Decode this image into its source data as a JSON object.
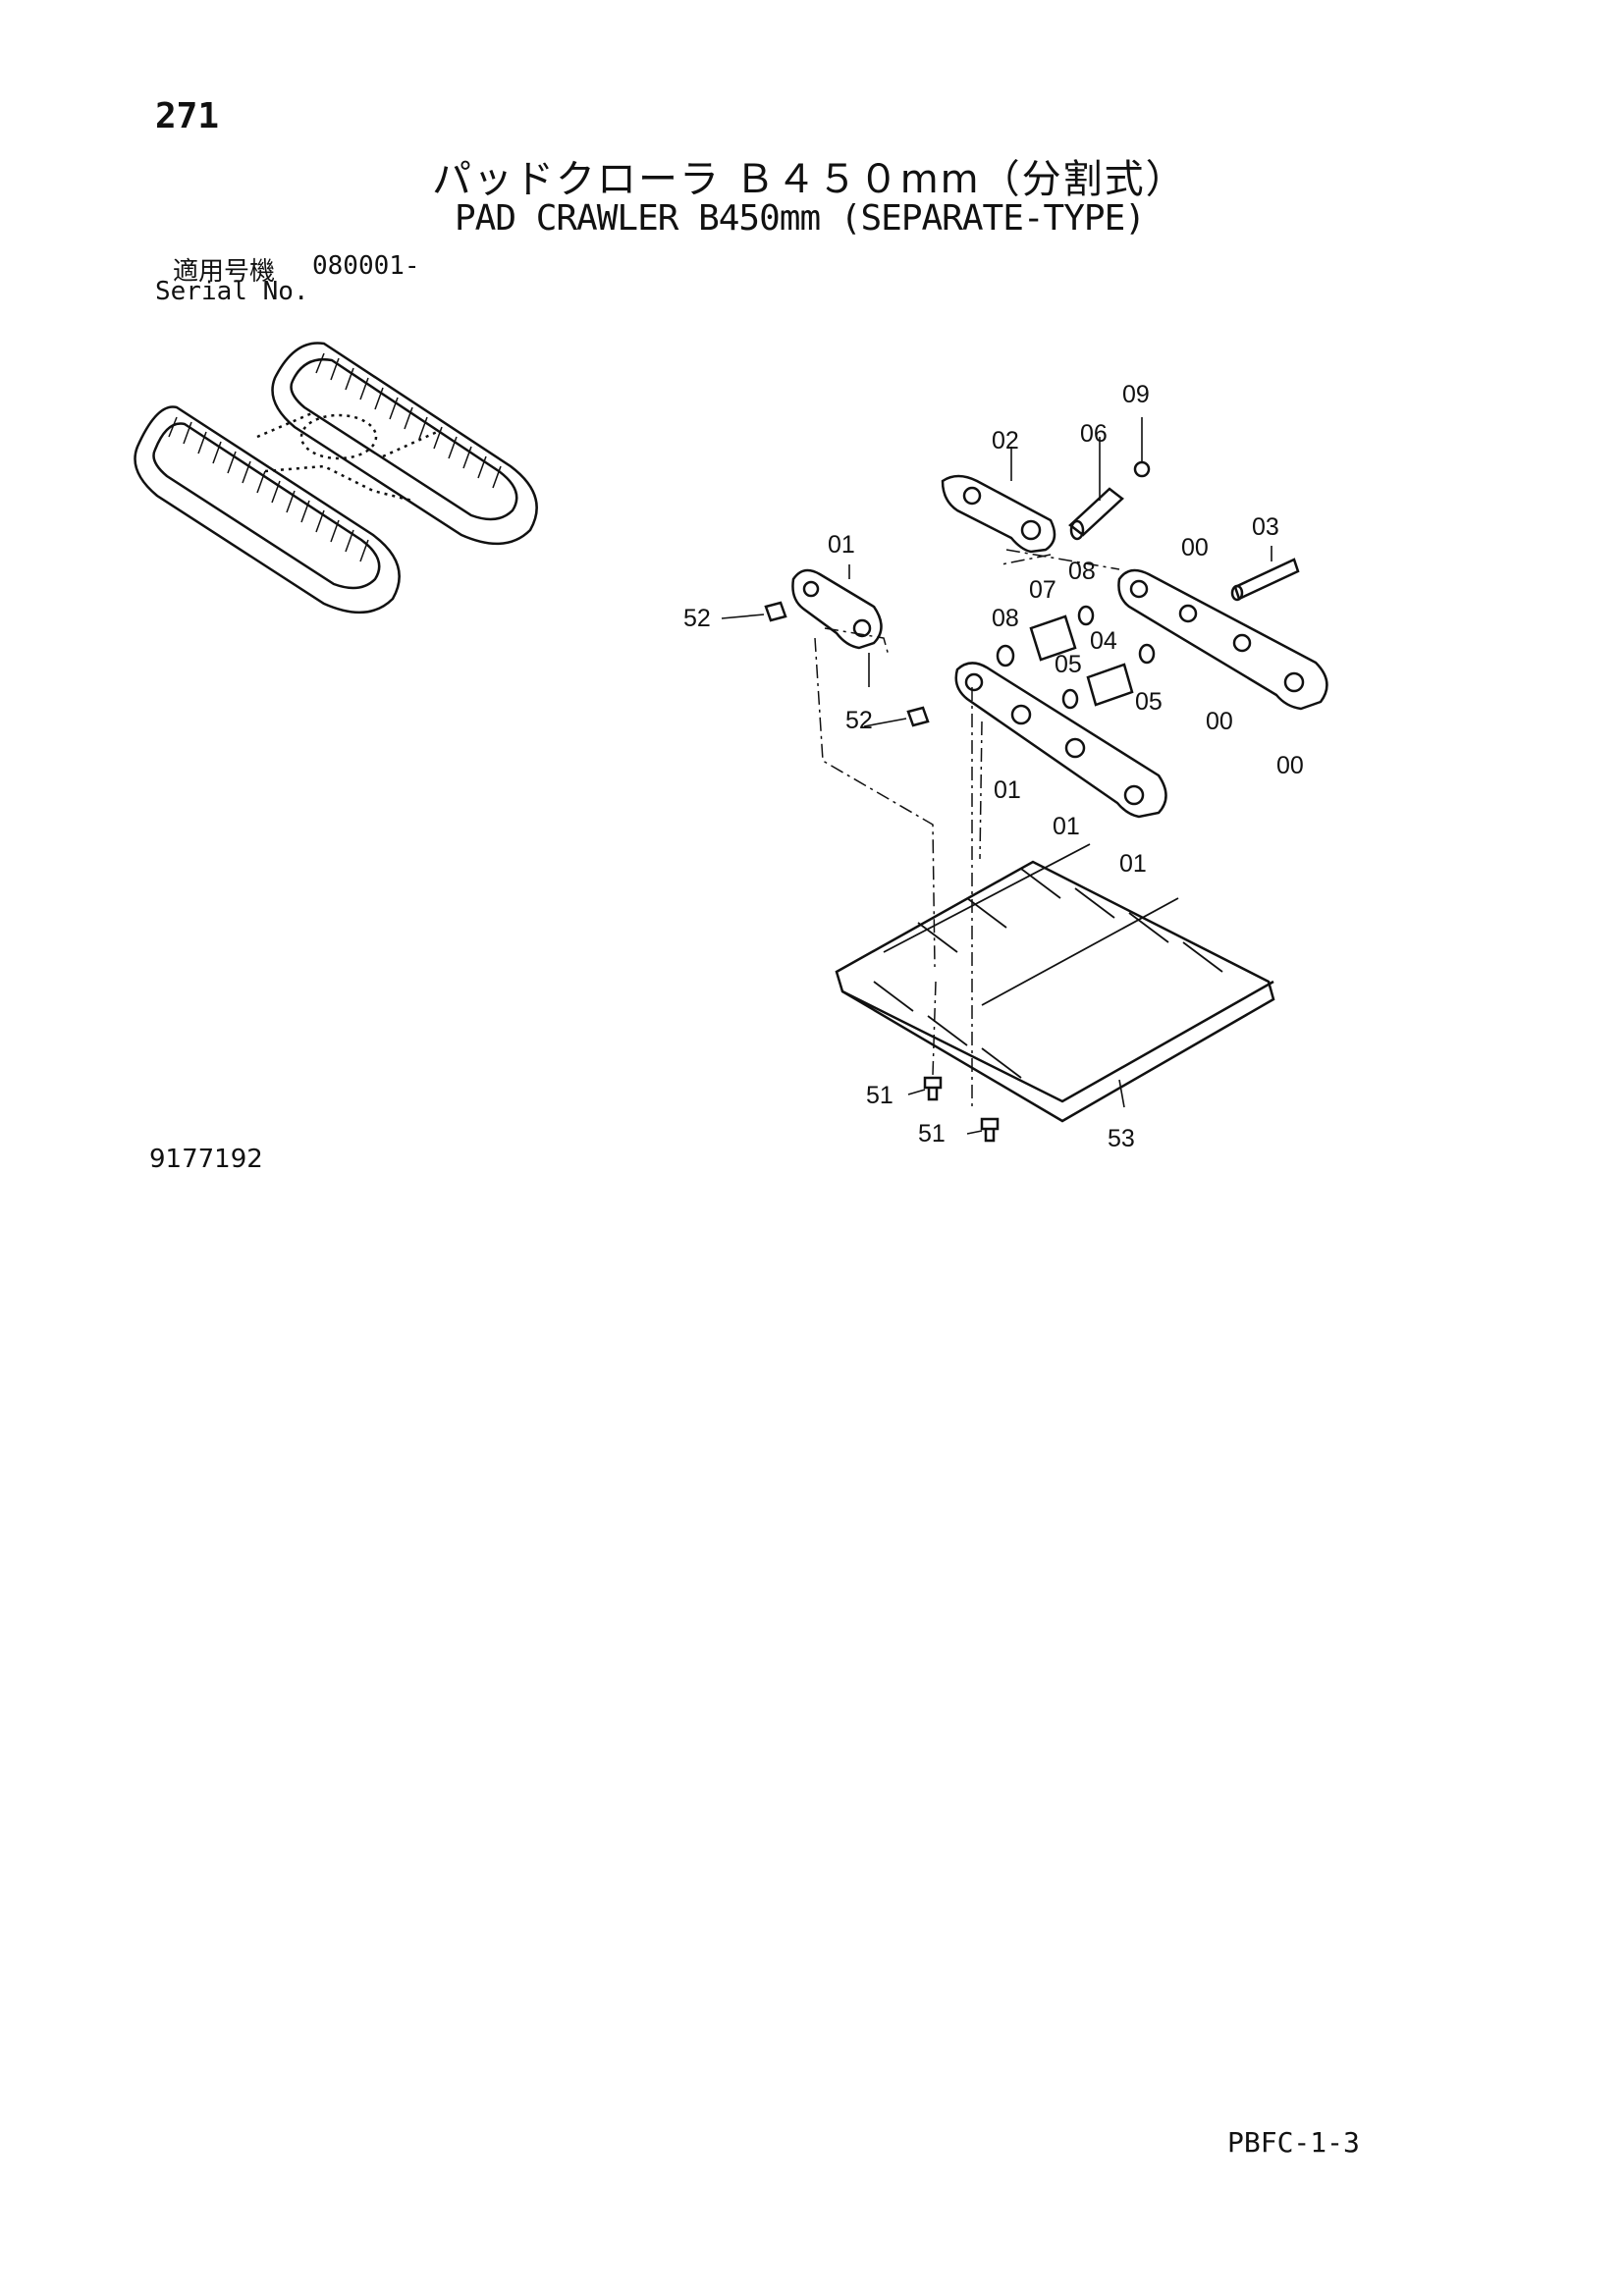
{
  "header": {
    "page_number": "271",
    "title_ja": "パッドクローラ Ｂ４５０mm（分割式）",
    "title_en": "PAD CRAWLER B450mm (SEPARATE-TYPE)"
  },
  "serial": {
    "label_ja": "適用号機",
    "value": "080001-",
    "label_en": "Serial No."
  },
  "callouts": [
    "09",
    "02",
    "06",
    "03",
    "01",
    "00",
    "08",
    "07",
    "52",
    "08",
    "04",
    "05",
    "05",
    "00",
    "52",
    "00",
    "01",
    "01",
    "01",
    "51",
    "51",
    "53"
  ],
  "footer": {
    "drawing_number": "9177192",
    "page_code": "PBFC-1-3"
  }
}
